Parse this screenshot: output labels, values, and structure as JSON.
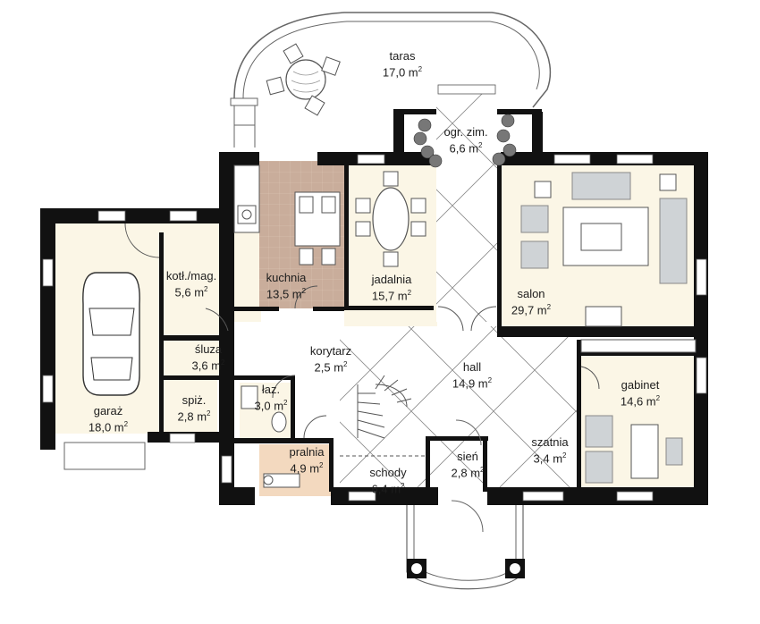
{
  "rooms": {
    "taras": {
      "name": "taras",
      "area": "17,0 m",
      "unit_exp": "2"
    },
    "ogr": {
      "name": "ogr. zim.",
      "area": "6,6 m",
      "unit_exp": "2"
    },
    "kuchnia": {
      "name": "kuchnia",
      "area": "13,5 m",
      "unit_exp": "2"
    },
    "jadalnia": {
      "name": "jadalnia",
      "area": "15,7 m",
      "unit_exp": "2"
    },
    "salon": {
      "name": "salon",
      "area": "29,7 m",
      "unit_exp": "2"
    },
    "kotl": {
      "name": "kotł./mag.",
      "area": "5,6 m",
      "unit_exp": "2"
    },
    "garaz": {
      "name": "garaż",
      "area": "18,0 m",
      "unit_exp": "2"
    },
    "sluza": {
      "name": "śluza",
      "area": "3,6 m",
      "unit_exp": "2"
    },
    "spiz": {
      "name": "spiż.",
      "area": "2,8 m",
      "unit_exp": "2"
    },
    "laz": {
      "name": "łaz.",
      "area": "3,0 m",
      "unit_exp": "2"
    },
    "korytarz": {
      "name": "korytarz",
      "area": "2,5 m",
      "unit_exp": "2"
    },
    "hall": {
      "name": "hall",
      "area": "14,9 m",
      "unit_exp": "2"
    },
    "gabinet": {
      "name": "gabinet",
      "area": "14,6 m",
      "unit_exp": "2"
    },
    "pralnia": {
      "name": "pralnia",
      "area": "4,9 m",
      "unit_exp": "2"
    },
    "schody": {
      "name": "schody",
      "area": "6,4 m",
      "unit_exp": "2"
    },
    "sien": {
      "name": "sień",
      "area": "2,8 m",
      "unit_exp": "2"
    },
    "szatnia": {
      "name": "szatnia",
      "area": "3,4 m",
      "unit_exp": "2"
    }
  },
  "colors": {
    "wall": "#111111",
    "floor_warm": "#fbf6e6",
    "floor_white": "#ffffff",
    "kitchen_floor": "#c9ad9b",
    "bath_floor": "#f3d9bf",
    "furniture": "#cfd3d6",
    "line": "#555555"
  }
}
